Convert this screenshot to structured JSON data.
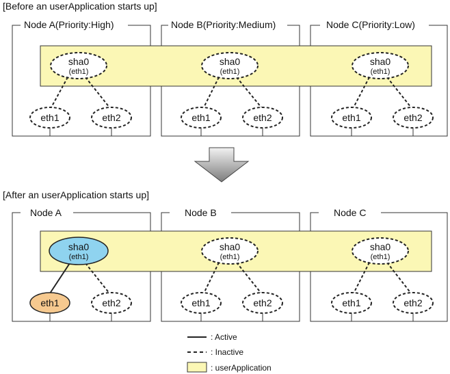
{
  "before": {
    "heading": "[Before an userApplication starts up]",
    "nodes": [
      {
        "label": "Node  A(Priority:High)"
      },
      {
        "label": "Node  B(Priority:Medium)"
      },
      {
        "label": "Node  C(Priority:Low)"
      }
    ]
  },
  "after": {
    "heading": "[After an userApplication starts up]",
    "nodes": [
      {
        "label": "Node A"
      },
      {
        "label": "Node B"
      },
      {
        "label": "Node C"
      }
    ]
  },
  "sha0": {
    "name": "sha0",
    "sub": "(eth1)"
  },
  "nics": {
    "eth1": "eth1",
    "eth2": "eth2"
  },
  "legend": {
    "active": ": Active",
    "inactive": ": Inactive",
    "userapp": ": userApplication"
  },
  "colors": {
    "userapp_fill": "#fbf7b5",
    "active_sha0_fill": "#8fd3ef",
    "active_eth1_fill": "#f6c98f",
    "frame": "#333333"
  }
}
